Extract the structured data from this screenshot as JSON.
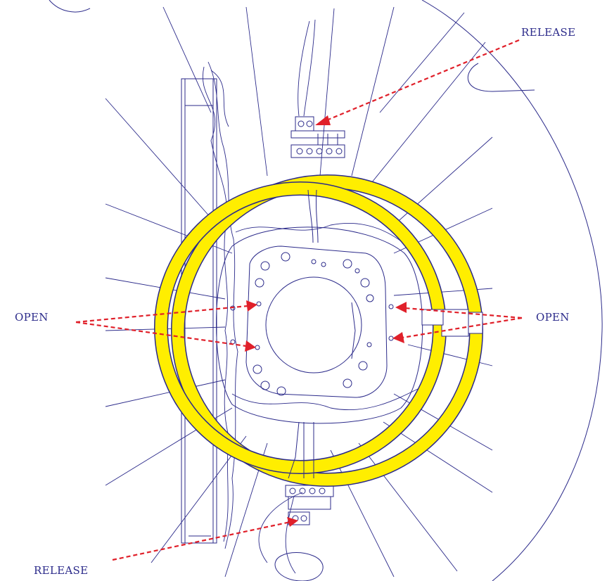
{
  "callouts": {
    "release_top": "RELEASE",
    "open_left": "OPEN",
    "open_right": "OPEN",
    "release_bottom": "RELEASE"
  },
  "colors": {
    "line": "#2b2a8a",
    "ring": "#ffee00",
    "arrow": "#e0202a",
    "background": "#ffffff"
  }
}
